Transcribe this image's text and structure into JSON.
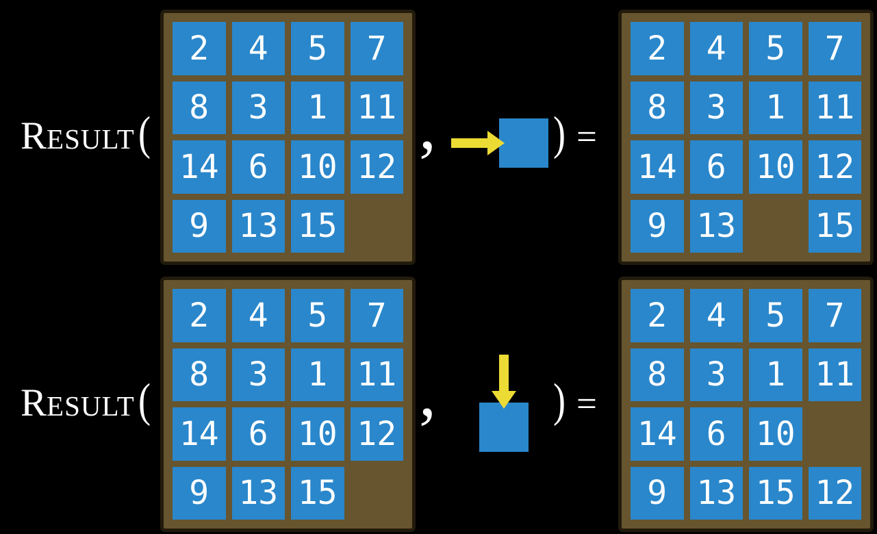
{
  "symbols": {
    "function_name_initial": "R",
    "function_name_rest": "ESULT",
    "open_paren": "(",
    "comma": ",",
    "close_paren": ")",
    "equals": "="
  },
  "colors": {
    "background": "#000000",
    "board_face": "#66552f",
    "board_frame": "#221b0c",
    "tile": "#2a87cb",
    "tile_number": "#ffffff",
    "arrow": "#ecda35",
    "equation_text": "#ffffff"
  },
  "rows": [
    {
      "name": "slide-right-example",
      "action_icon": "right-arrow-icon",
      "input_board": [
        [
          "2",
          "4",
          "5",
          "7"
        ],
        [
          "8",
          "3",
          "1",
          "11"
        ],
        [
          "14",
          "6",
          "10",
          "12"
        ],
        [
          "9",
          "13",
          "15",
          null
        ]
      ],
      "result_board": [
        [
          "2",
          "4",
          "5",
          "7"
        ],
        [
          "8",
          "3",
          "1",
          "11"
        ],
        [
          "14",
          "6",
          "10",
          "12"
        ],
        [
          "9",
          "13",
          null,
          "15"
        ]
      ]
    },
    {
      "name": "slide-down-example",
      "action_icon": "down-arrow-icon",
      "input_board": [
        [
          "2",
          "4",
          "5",
          "7"
        ],
        [
          "8",
          "3",
          "1",
          "11"
        ],
        [
          "14",
          "6",
          "10",
          "12"
        ],
        [
          "9",
          "13",
          "15",
          null
        ]
      ],
      "result_board": [
        [
          "2",
          "4",
          "5",
          "7"
        ],
        [
          "8",
          "3",
          "1",
          "11"
        ],
        [
          "14",
          "6",
          "10",
          null
        ],
        [
          "9",
          "13",
          "15",
          "12"
        ]
      ]
    }
  ]
}
